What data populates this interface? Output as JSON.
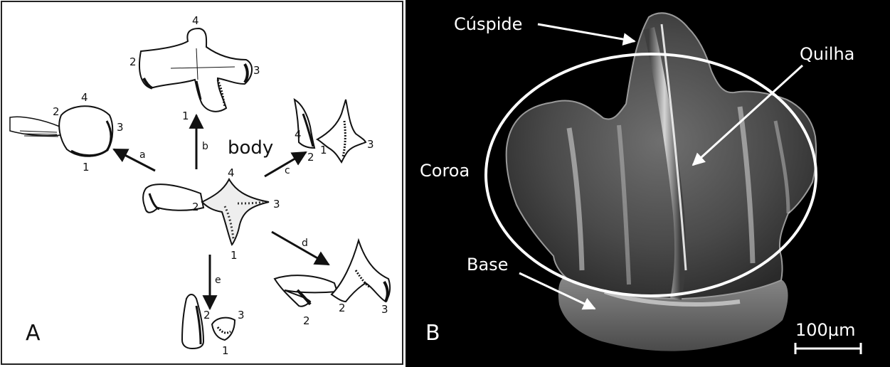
{
  "panel_a": {
    "letter": "A",
    "body_label": "body",
    "arrow_labels": {
      "a": "a",
      "b": "b",
      "c": "c",
      "d": "d",
      "e": "e"
    },
    "center_numbers": {
      "n1": "1",
      "n2": "2",
      "n3": "3",
      "n4": "4"
    },
    "view_a_numbers": {
      "n1": "1",
      "n2": "2",
      "n3": "3",
      "n4": "4"
    },
    "view_b_numbers": {
      "n1": "1",
      "n2": "2",
      "n3": "3",
      "n4": "4"
    },
    "view_c_numbers": {
      "n1": "1",
      "n2": "2",
      "n3": "3",
      "n4": "4"
    },
    "view_d_numbers": {
      "n2a": "2",
      "n2b": "2",
      "n3": "3"
    },
    "view_e_numbers": {
      "n1": "1",
      "n2": "2",
      "n3": "3"
    }
  },
  "panel_b": {
    "letter": "B",
    "labels": {
      "cuspide": "Cúspide",
      "quilha": "Quilha",
      "coroa": "Coroa",
      "base": "Base"
    },
    "scale_bar": "100µm"
  }
}
